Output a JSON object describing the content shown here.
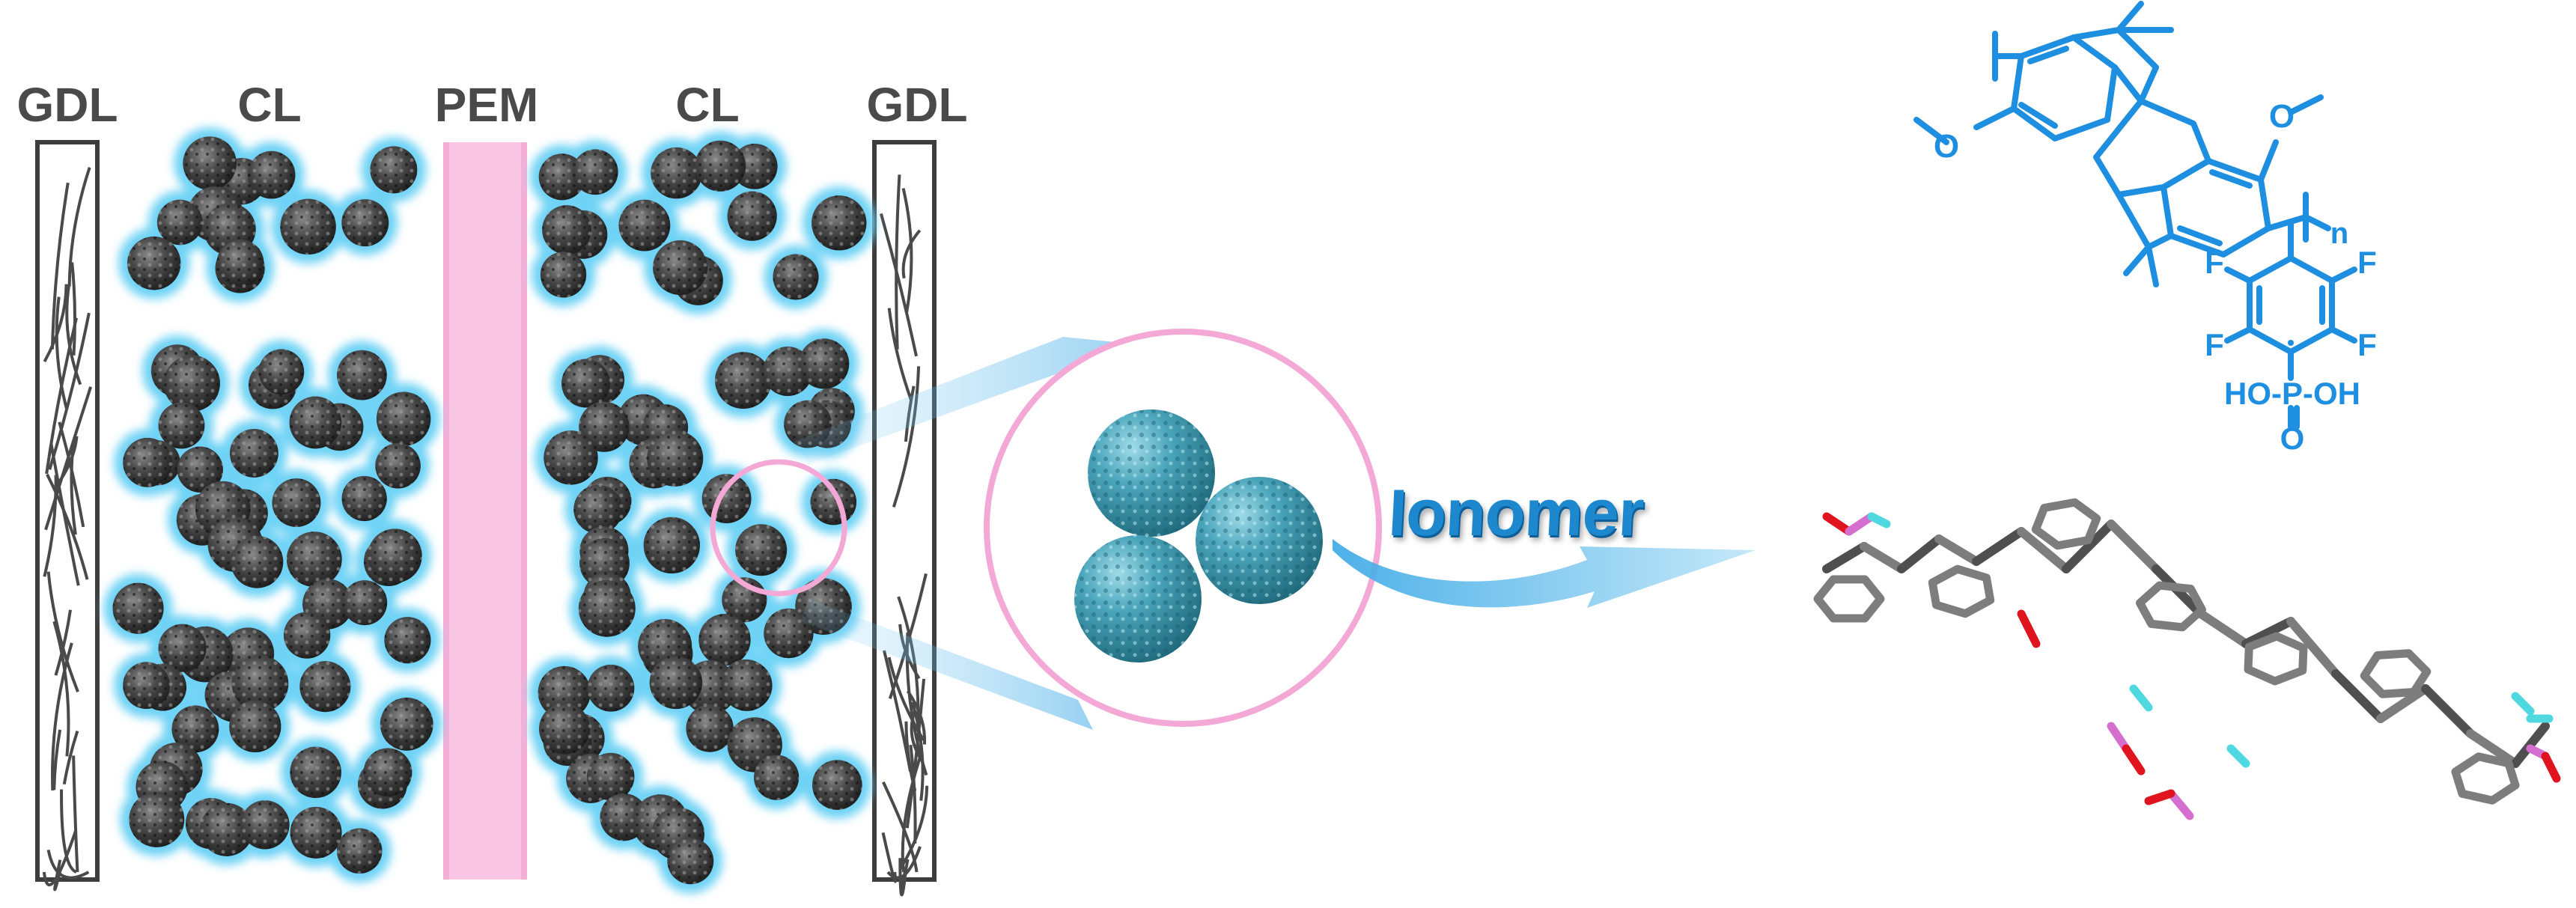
{
  "labels": {
    "gdl_left": "GDL",
    "cl_left": "CL",
    "pem": "PEM",
    "cl_right": "CL",
    "gdl_right": "GDL",
    "ionomer": "Ionomer"
  },
  "structure": {
    "oxygen_left": "O",
    "oxygen_right": "O",
    "repeat_index": "n",
    "fluorine_top_left": "F",
    "fluorine_top_right": "F",
    "fluorine_bottom_left": "F",
    "fluorine_bottom_right": "F",
    "phosphonic_acid": "HO-P-OH",
    "phosphonyl_oxygen": "O"
  },
  "colors": {
    "gdl": "#4a4a4a",
    "carbon": "#3a3a3a",
    "ionomer_glow": "#6fd3f5",
    "pem": "#f9c6e4",
    "zoom_circle": "#f3a8d6",
    "chem_blue": "#1e8fe0",
    "ionomer_text": "#1e88cf",
    "particle_teal": "#3e97ad",
    "bond_gray": "#808080",
    "atom_oxygen": "#e0141e",
    "atom_phosphorus": "#d46fd0",
    "atom_fluorine": "#4fd8e0"
  }
}
